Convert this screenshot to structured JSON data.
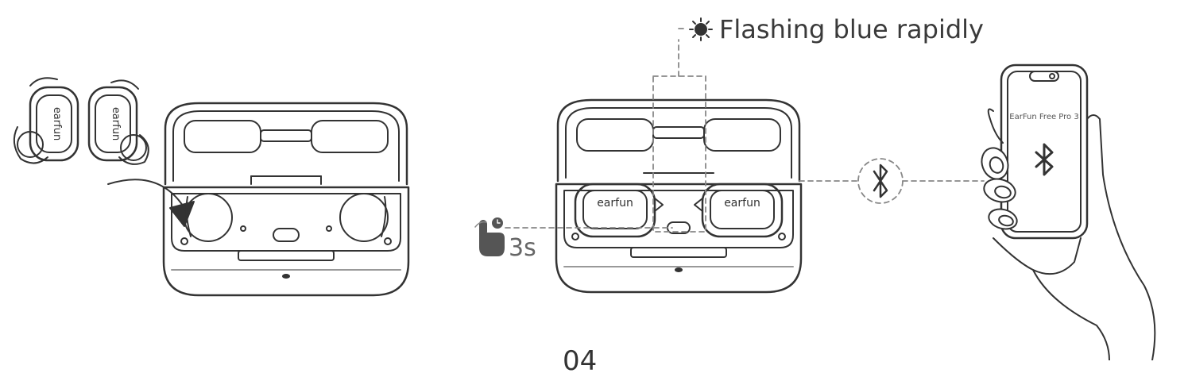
{
  "brand_text": "earfun",
  "phone_device_name": "EarFun Free Pro 3",
  "led_status": "Flashing blue rapidly",
  "hold_duration": "3s",
  "page_number": "04",
  "colors": {
    "line": "#333333",
    "dash": "#888888",
    "bg": "#ffffff"
  },
  "icons": [
    "sun-led-icon",
    "bluetooth-icon",
    "press-hand-icon",
    "clock-icon"
  ]
}
